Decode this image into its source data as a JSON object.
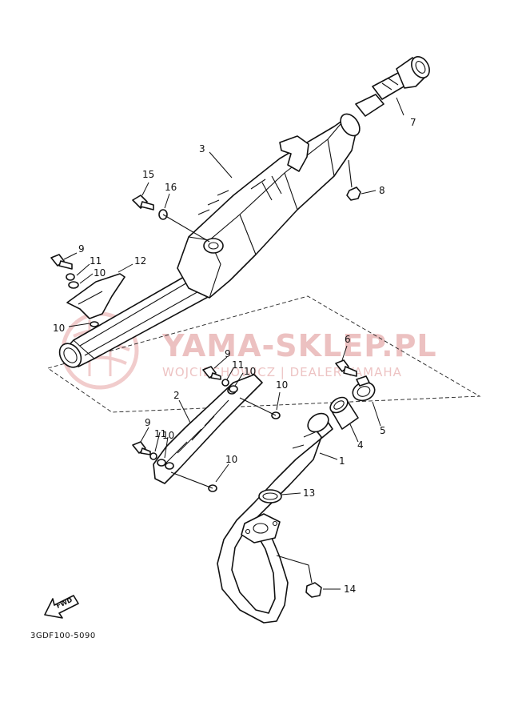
{
  "watermark": {
    "brand": "YAMA-SKLEP.PL",
    "subtitle": "WOJCIECHOWICZ | DEALER YAMAHA"
  },
  "diagram_code": "3GDF100-5090",
  "direction_label": "FWD",
  "callouts": [
    {
      "id": "c1",
      "label": "1"
    },
    {
      "id": "c2",
      "label": "2"
    },
    {
      "id": "c3",
      "label": "3"
    },
    {
      "id": "c4",
      "label": "4"
    },
    {
      "id": "c5",
      "label": "5"
    },
    {
      "id": "c6",
      "label": "6"
    },
    {
      "id": "c7",
      "label": "7"
    },
    {
      "id": "c8",
      "label": "8"
    },
    {
      "id": "c9a",
      "label": "9"
    },
    {
      "id": "c9b",
      "label": "9"
    },
    {
      "id": "c9c",
      "label": "9"
    },
    {
      "id": "c10a",
      "label": "10"
    },
    {
      "id": "c10b",
      "label": "10"
    },
    {
      "id": "c10c",
      "label": "10"
    },
    {
      "id": "c10d",
      "label": "10"
    },
    {
      "id": "c10e",
      "label": "10"
    },
    {
      "id": "c10f",
      "label": "10"
    },
    {
      "id": "c11a",
      "label": "11"
    },
    {
      "id": "c11b",
      "label": "11"
    },
    {
      "id": "c11c",
      "label": "11"
    },
    {
      "id": "c12",
      "label": "12"
    },
    {
      "id": "c13",
      "label": "13"
    },
    {
      "id": "c14",
      "label": "14"
    },
    {
      "id": "c15",
      "label": "15"
    },
    {
      "id": "c16",
      "label": "16"
    }
  ]
}
